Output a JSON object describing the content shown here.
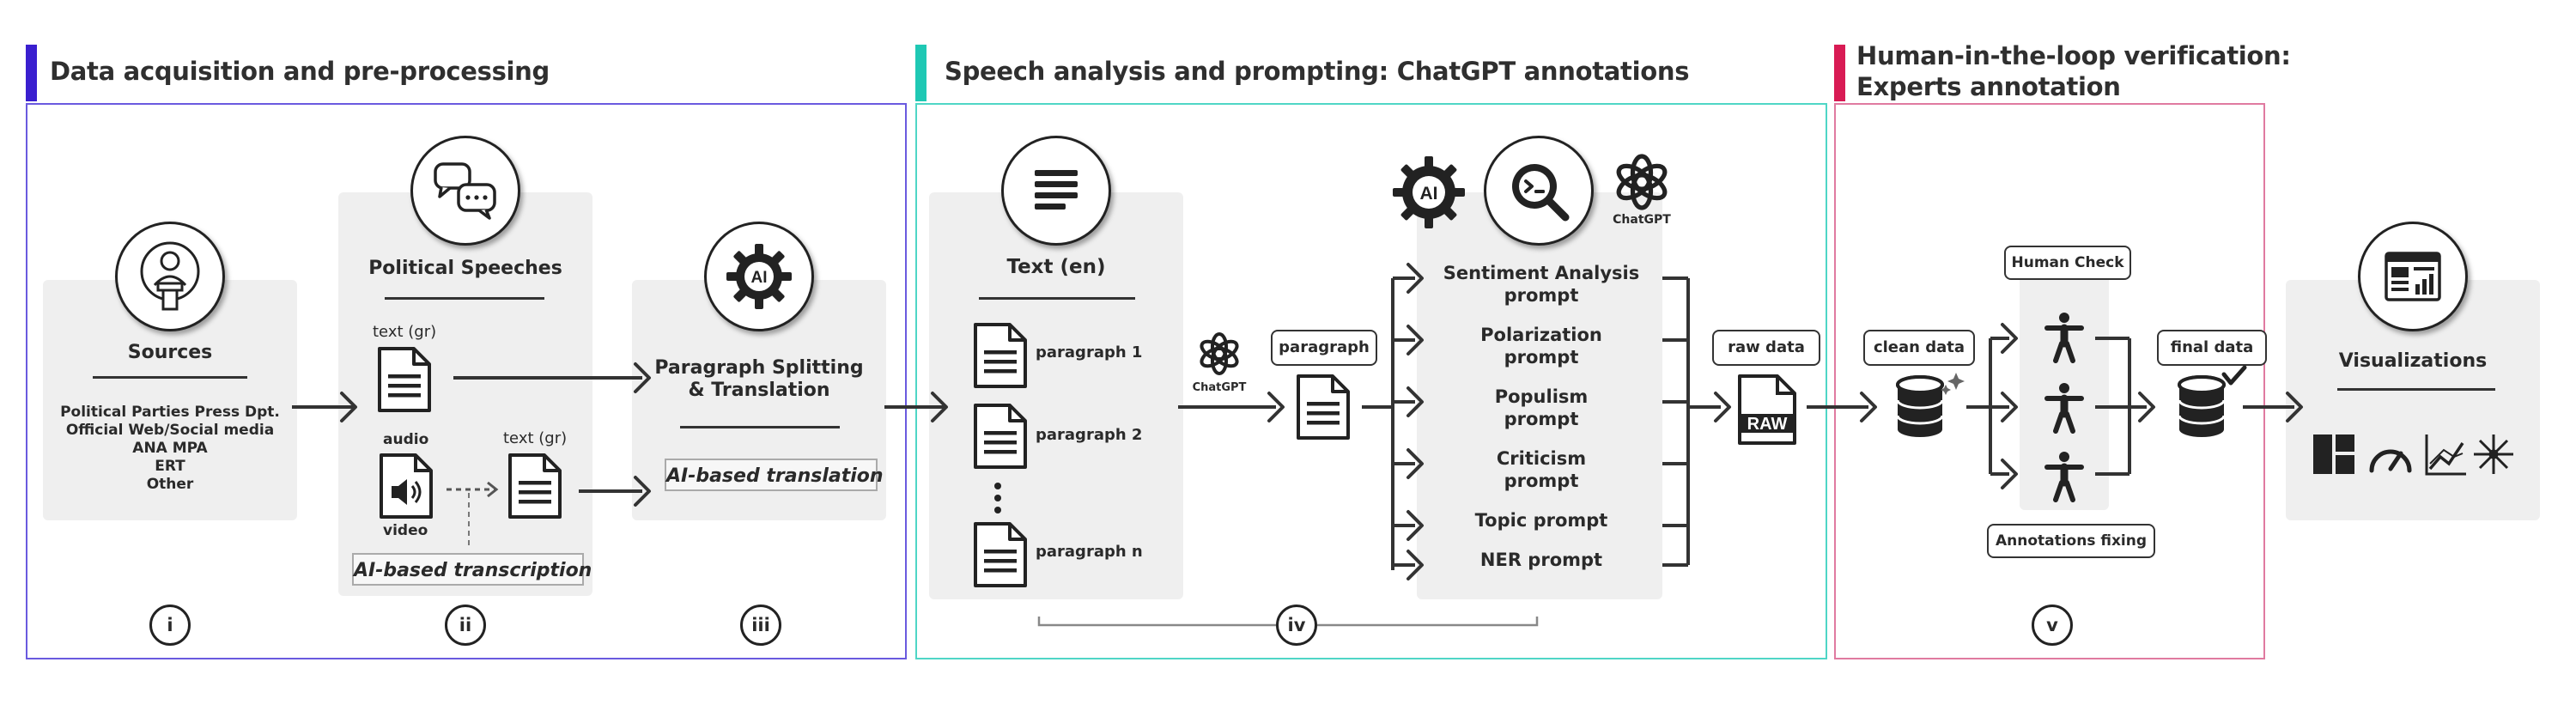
{
  "sections": {
    "s1": {
      "title": "Data acquisition and pre-processing",
      "color": "#3a1fcf"
    },
    "s2": {
      "title": "Speech analysis and prompting: ChatGPT annotations",
      "color": "#1fc8b4"
    },
    "s3": {
      "title_line1": "Human-in-the-loop verification:",
      "title_line2": "Experts annotation",
      "color": "#d81b54"
    }
  },
  "sources": {
    "heading": "Sources",
    "items": [
      "Political Parties Press Dpt.",
      "Official Web/Social media",
      "ANA MPA",
      "ERT",
      "Other"
    ]
  },
  "speeches": {
    "heading": "Political Speeches",
    "text_gr": "text (gr)",
    "audio": "audio",
    "video": "video",
    "text_gr_2": "text (gr)",
    "transcription": "AI-based transcription"
  },
  "splitting": {
    "heading_line1": "Paragraph Splitting",
    "heading_line2": "& Translation",
    "translation": "AI-based translation",
    "ai_badge": "AI"
  },
  "text_en": {
    "heading": "Text (en)",
    "paragraphs": [
      "paragraph 1",
      "paragraph 2",
      "paragraph n"
    ]
  },
  "chatgpt_label": "ChatGPT",
  "chatgpt_label_2": "ChatGPT",
  "paragraph_pill": "paragraph",
  "ai_badge_2": "AI",
  "prompts": [
    {
      "line1": "Sentiment Analysis",
      "line2": "prompt"
    },
    {
      "line1": "Polarization",
      "line2": "prompt"
    },
    {
      "line1": "Populism",
      "line2": "prompt"
    },
    {
      "line1": "Criticism",
      "line2": "prompt"
    },
    {
      "line1": "Topic prompt",
      "line2": ""
    },
    {
      "line1": "NER prompt",
      "line2": ""
    }
  ],
  "raw_data": {
    "pill": "raw data",
    "icon_text": "RAW"
  },
  "clean_data": "clean data",
  "human_check": "Human Check",
  "annotations_fixing": "Annotations fixing",
  "final_data": "final data",
  "visualizations": "Visualizations",
  "roman": [
    "i",
    "ii",
    "iii",
    "iv",
    "v"
  ]
}
